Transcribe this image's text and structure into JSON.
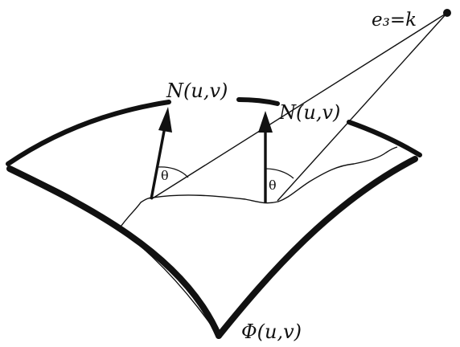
{
  "labels": {
    "apex": "e₃=k",
    "normal_left": "N(u,v)",
    "normal_right": "N(u,v)",
    "angle_left": "θ",
    "angle_right": "θ",
    "surface": "Φ(u,v)"
  },
  "colors": {
    "ink": "#111111",
    "background": "#ffffff"
  }
}
